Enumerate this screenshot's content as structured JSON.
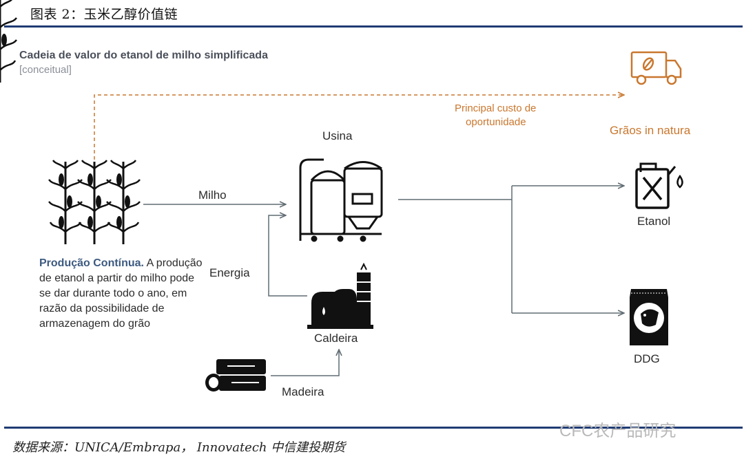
{
  "figure": {
    "caption": "图表 2：玉米乙醇价值链",
    "title": "Cadeia de valor do etanol de milho simplificada",
    "subtitle": "[conceitual]"
  },
  "nodes": {
    "usina": "Usina",
    "milho": "Milho",
    "energia": "Energia",
    "caldeira": "Caldeira",
    "madeira": "Madeira",
    "etanol": "Etanol",
    "ddg": "DDG",
    "graos": "Grãos in natura",
    "opportunity_line1": "Principal custo de",
    "opportunity_line2": "oportunidade"
  },
  "production": {
    "heading": "Produção Contínua.",
    "body": " A produção de etanol a partir do milho pode se dar durante todo o ano, em razão da possibilidade de armazenagem do grão"
  },
  "footer": {
    "source": "数据来源：UNICA/Embrapa，  Innovatech 中信建投期货",
    "watermark": "CFC农产品研究"
  },
  "colors": {
    "rule": "#1f3b73",
    "arrow": "#5f6b72",
    "accent_orange": "#c9772e",
    "heading_blue": "#3d5a80"
  },
  "icons": [
    "corn-plants-icon",
    "refinery-icon",
    "boiler-icon",
    "wood-logs-icon",
    "truck-icon",
    "fuel-can-icon",
    "ddg-sack-icon"
  ]
}
